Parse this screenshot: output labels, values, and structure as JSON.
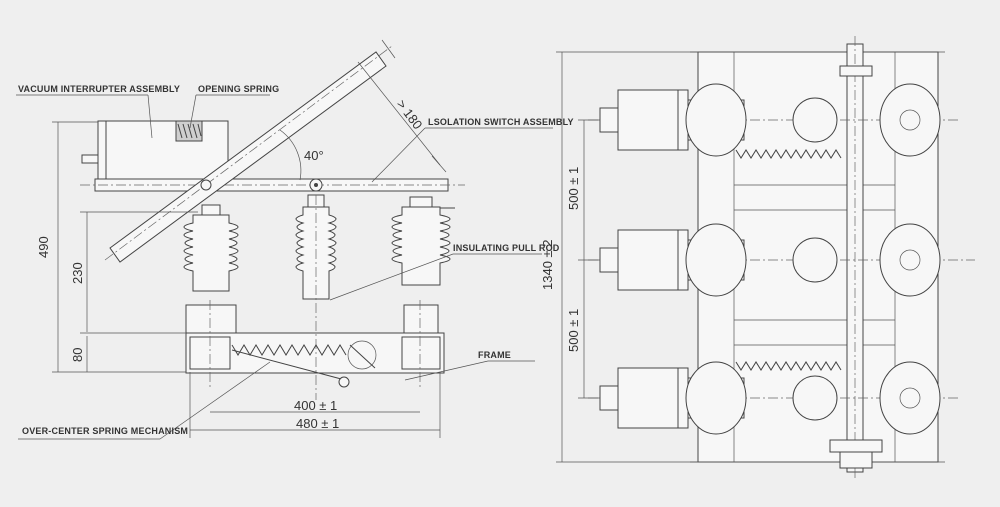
{
  "left_view": {
    "labels": {
      "vacuum_interrupter": "VACUUM INTERRUPTER ASSEMBLY",
      "opening_spring": "OPENING SPRING",
      "isolation_switch": "LSOLATION SWITCH ASSEMBLY",
      "insulating_pull_rod": "INSULATING PULL ROD",
      "frame": "FRAME",
      "over_center_spring": "OVER-CENTER SPRING MECHANISM"
    },
    "dimensions": {
      "total_height": "490",
      "insulator_height": "230",
      "frame_height": "80",
      "inner_width": "400 ± 1",
      "outer_width": "480 ± 1",
      "open_gap": "> 180",
      "open_angle": "40°"
    }
  },
  "right_view": {
    "dimensions": {
      "phase_spacing_top": "500 ± 1",
      "phase_spacing_bottom": "500 ± 1",
      "total_length": "1340 ± 2"
    }
  }
}
